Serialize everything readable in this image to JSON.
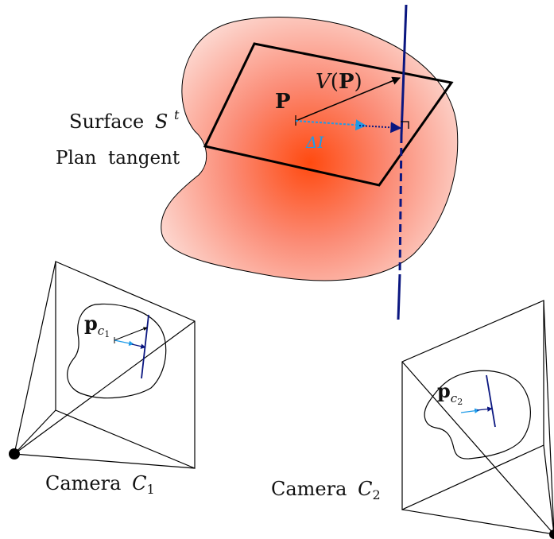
{
  "labels": {
    "surface": "Surface",
    "surface_var": "S",
    "surface_sup": "t",
    "plane": "Plan  tangent",
    "point": "P",
    "velocity_fn": "V",
    "velocity_open": "(",
    "velocity_arg": "P",
    "velocity_close": ")",
    "delta_l": "ΔI",
    "cam1_point": "p",
    "cam1_sub": "c",
    "cam1_sub_idx": "1",
    "cam2_point": "p",
    "cam2_sub": "c",
    "cam2_sub_idx": "2",
    "cam1_label": "Camera",
    "cam1_var": "C",
    "cam1_idx": "1",
    "cam2_label": "Camera",
    "cam2_var": "C",
    "cam2_idx": "2"
  },
  "colors": {
    "surface_center": "#ff4a10",
    "surface_edge": "#fbd6d0",
    "normal_line": "#0a1680",
    "delta_arrow": "#1e9be8",
    "ink": "#000000"
  }
}
